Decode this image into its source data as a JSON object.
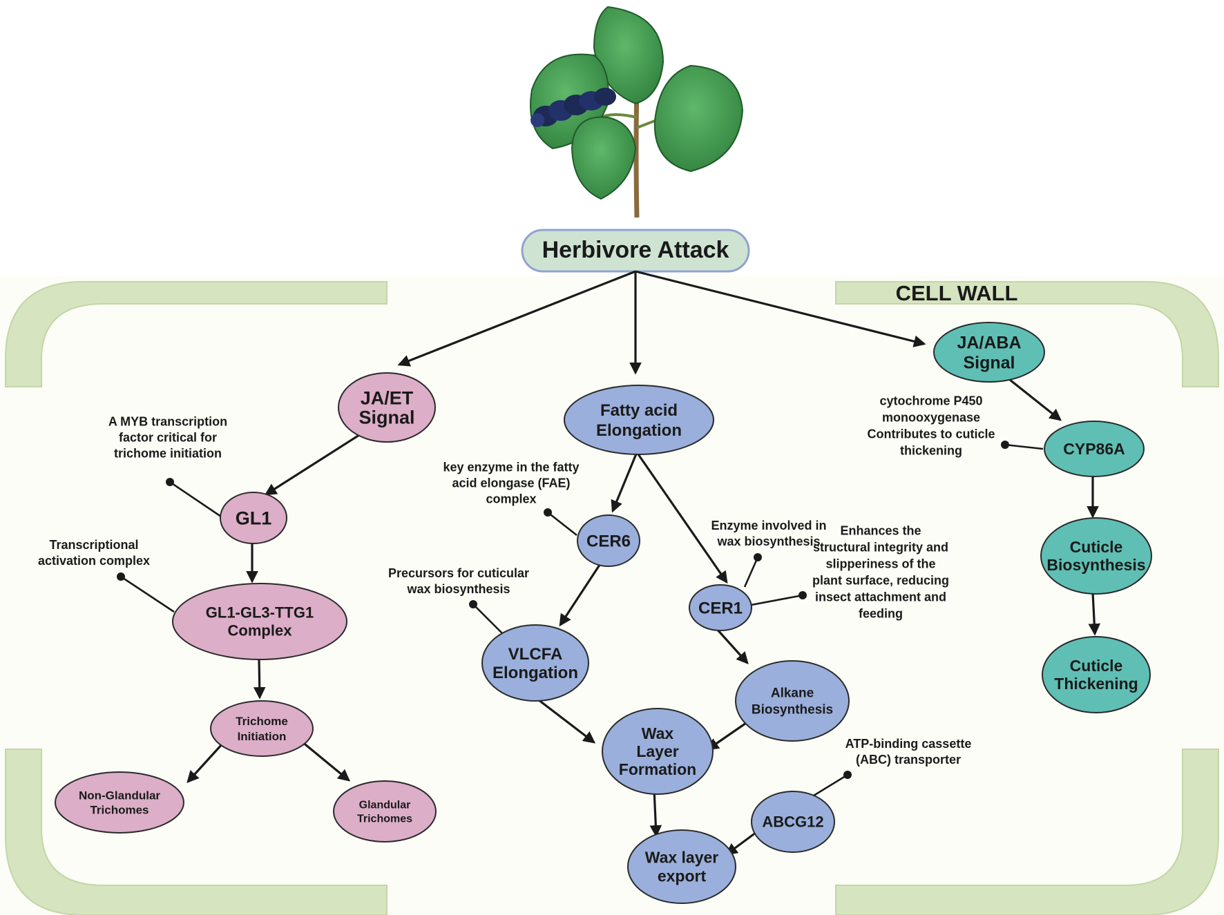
{
  "title": "Herbivore Attack",
  "cell_wall_label": "CELL WALL",
  "colors": {
    "cell_wall": "#d6e4bf",
    "cytoplasm": "#fcfdf6",
    "trichome_pathway": "#dcaec8",
    "wax_pathway": "#9aafdb",
    "cuticle_pathway": "#5fbfb4",
    "title_fill": "#cfe3d2",
    "title_border": "#8fa3d0"
  },
  "nodes": {
    "ja_et": [
      "JA/ET",
      "Signal"
    ],
    "gl1": [
      "GL1"
    ],
    "complex": [
      "GL1-GL3-TTG1",
      "Complex"
    ],
    "trichome_init": [
      "Trichome",
      "Initiation"
    ],
    "non_glandular": [
      "Non-Glandular",
      "Trichomes"
    ],
    "glandular": [
      "Glandular",
      "Trichomes"
    ],
    "fatty_acid": [
      "Fatty acid",
      "Elongation"
    ],
    "cer6": [
      "CER6"
    ],
    "vlcfa": [
      "VLCFA",
      "Elongation"
    ],
    "cer1": [
      "CER1"
    ],
    "alkane": [
      "Alkane",
      "Biosynthesis"
    ],
    "wax_layer": [
      "Wax",
      "Layer",
      "Formation"
    ],
    "abcg12": [
      "ABCG12"
    ],
    "wax_export": [
      "Wax layer",
      "export"
    ],
    "ja_aba": [
      "JA/ABA",
      "Signal"
    ],
    "cyp86a": [
      "CYP86A"
    ],
    "cuticle_bio": [
      "Cuticle",
      "Biosynthesis"
    ],
    "cuticle_thick": [
      "Cuticle",
      "Thickening"
    ]
  },
  "notes": {
    "gl1": [
      "A MYB transcription",
      "factor critical for",
      "trichome initiation"
    ],
    "complex": [
      "Transcriptional",
      "activation complex"
    ],
    "cer6": [
      "key enzyme in the fatty",
      "acid elongase (FAE)",
      "complex"
    ],
    "vlcfa": [
      "Precursors for cuticular",
      "wax biosynthesis"
    ],
    "cer1_a": [
      "Enzyme involved in",
      "wax biosynthesis"
    ],
    "cer1_b": [
      "Enhances the",
      "structural integrity and",
      "slipperiness of the",
      "plant surface, reducing",
      "insect attachment and",
      "feeding"
    ],
    "abcg12": [
      "ATP-binding cassette",
      "(ABC) transporter"
    ],
    "cyp86a": [
      "cytochrome P450",
      "monooxygenase",
      "Contributes to cuticle",
      "thickening"
    ]
  }
}
